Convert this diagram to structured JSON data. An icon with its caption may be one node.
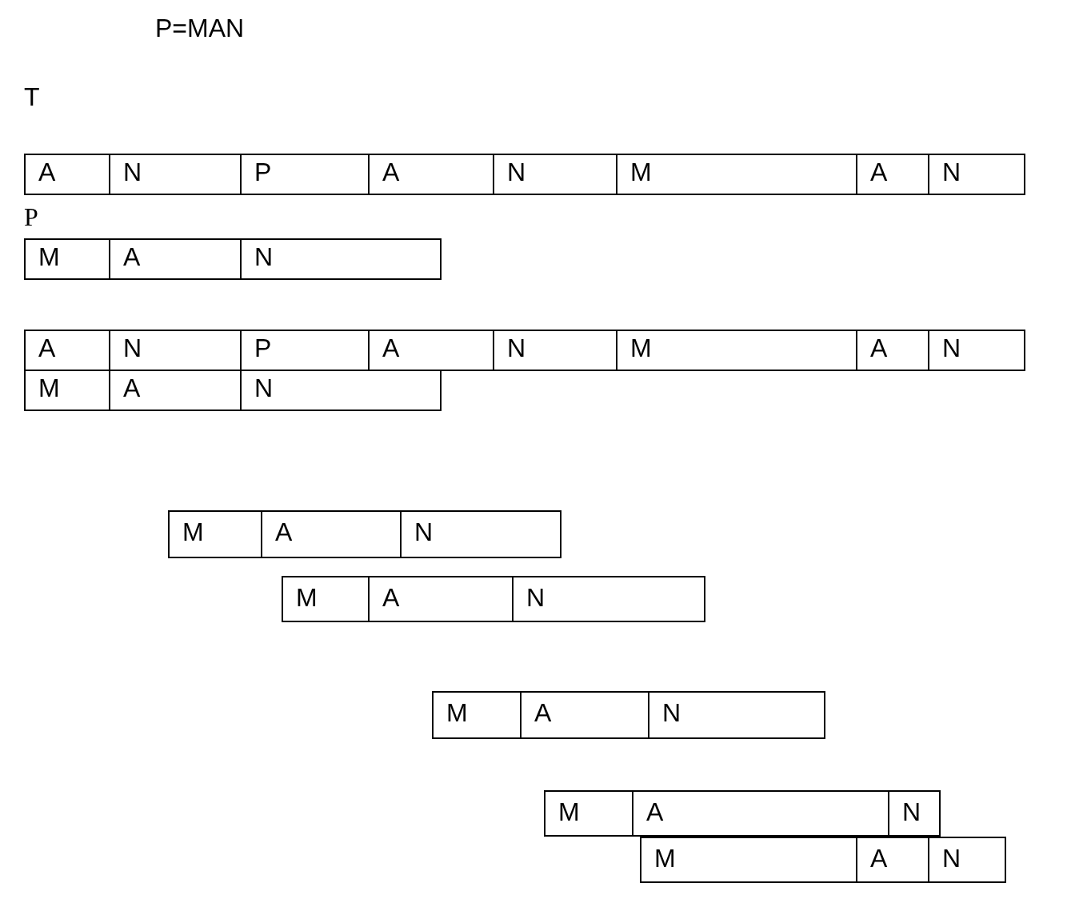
{
  "diagram": {
    "labels": [
      "P=MAN",
      "T",
      "A",
      "N",
      "P",
      "A",
      "N",
      "M",
      "A",
      "N",
      "P",
      "M",
      "A",
      "N",
      "A",
      "N",
      "P",
      "A",
      "N",
      "M",
      "A",
      "N",
      "M",
      "A",
      "N",
      "M",
      "A",
      "N",
      "M",
      "A",
      "N",
      "M",
      "A",
      "N",
      "M",
      "A",
      "N",
      "M",
      "A",
      "N"
    ]
  }
}
